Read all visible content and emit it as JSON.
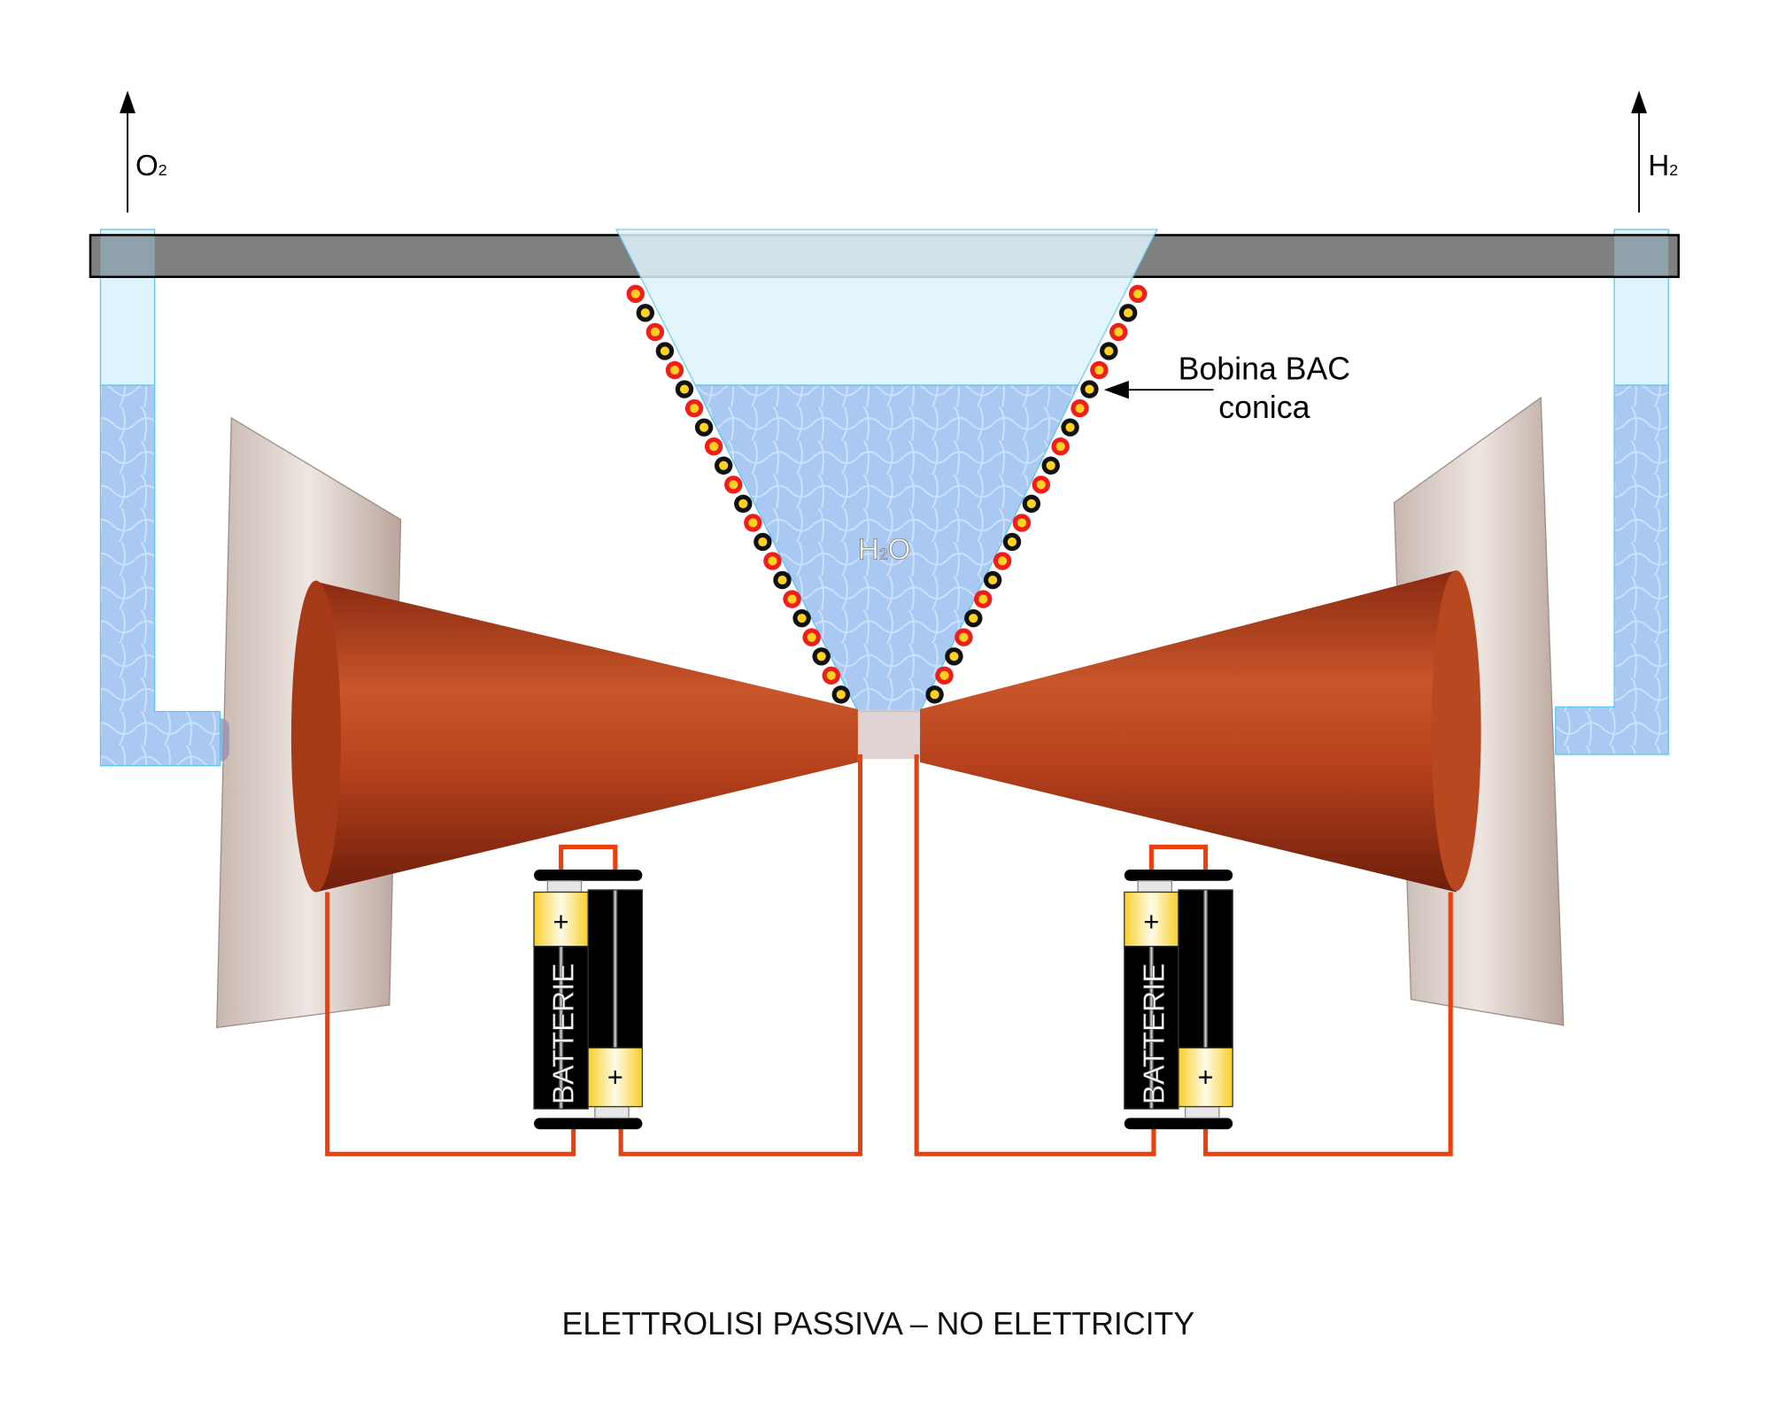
{
  "labels": {
    "oxygen": "O",
    "oxygen_sub": "2",
    "hydrogen": "H",
    "hydrogen_sub": "2",
    "water": "H",
    "water_sub": "2",
    "water_end": "O",
    "coil_line1": "Bobina BAC",
    "coil_line2": "conica",
    "battery_left": "BATTERIE",
    "battery_right": "BATTERIE",
    "plus": "+",
    "caption": "ELETTROLISI PASSIVA – NO ELETTRICITY"
  },
  "colors": {
    "wire": "#e8400f",
    "copper": "#b8451f",
    "water": "#a9c8f2",
    "water_light": "#dff3fd",
    "bar": "#808080",
    "coil_red": "#f11c1c",
    "coil_black": "#111111",
    "coil_core": "#ffd21f"
  }
}
